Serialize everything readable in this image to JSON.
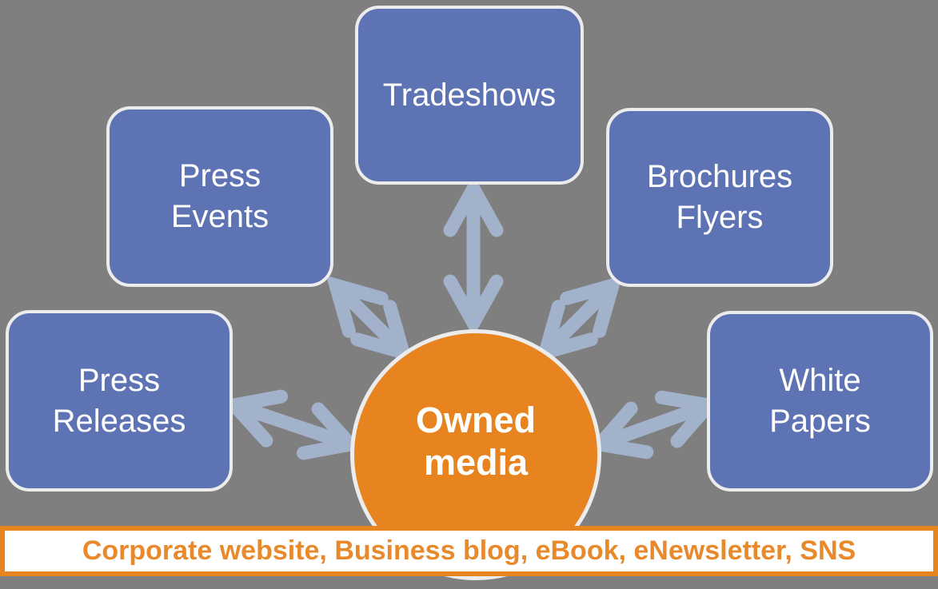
{
  "diagram": {
    "center": {
      "label": "Owned\nmedia"
    },
    "nodes": [
      {
        "id": "tradeshows",
        "label": "Tradeshows"
      },
      {
        "id": "press-events",
        "label": "Press\nEvents"
      },
      {
        "id": "brochures-flyers",
        "label": "Brochures\nFlyers"
      },
      {
        "id": "press-releases",
        "label": "Press\nReleases"
      },
      {
        "id": "white-papers",
        "label": "White\nPapers"
      }
    ],
    "banner": {
      "text": "Corporate website, Business blog, eBook, eNewsletter, SNS"
    }
  },
  "colors": {
    "background": "#7F7F7F",
    "node_fill": "#5E73B4",
    "node_border": "#ECECEC",
    "arrow": "#A3B2CB",
    "accent_orange": "#E78420",
    "banner_text": "#E8892C"
  }
}
